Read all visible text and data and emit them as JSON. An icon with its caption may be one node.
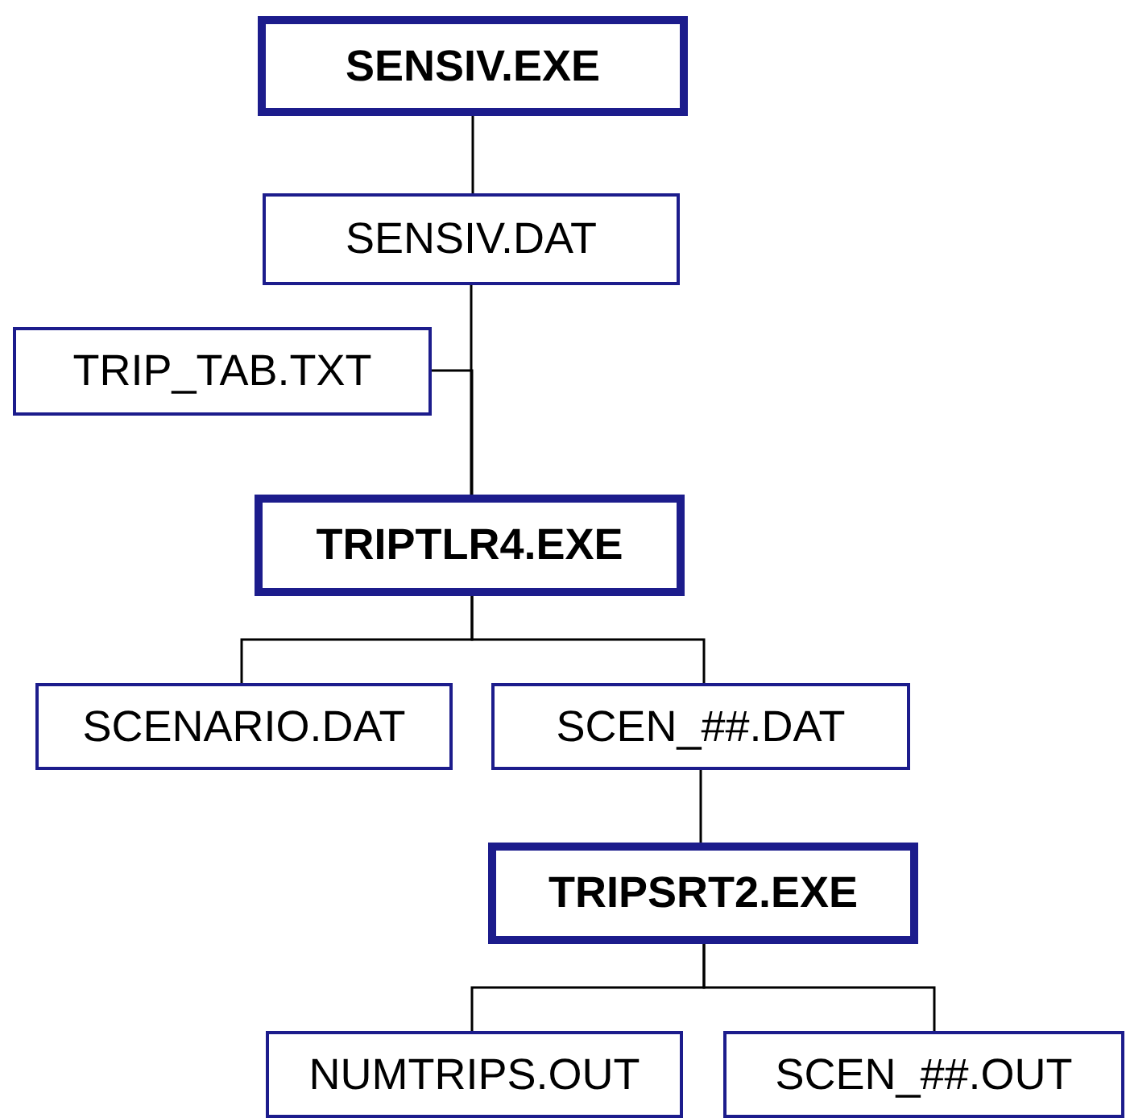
{
  "diagram": {
    "nodes": [
      {
        "text": [
          "SENSIV.EXE"
        ]
      },
      {
        "text": [
          "SENSIV.DAT"
        ]
      },
      {
        "text": [
          "TRIP_TAB.TXT"
        ]
      },
      {
        "text": [
          "TRIPTLR4.EXE"
        ]
      },
      {
        "text": [
          "SCENARIO.DAT"
        ]
      },
      {
        "text": [
          "SCEN_##.DAT"
        ]
      },
      {
        "text": [
          "TRIPSRT2.EXE"
        ]
      },
      {
        "text": [
          "NUMTRIPS.OUT"
        ]
      },
      {
        "text": [
          "SCEN_##.OUT"
        ]
      }
    ],
    "edges": [
      {
        "from": 0,
        "to": 1,
        "arrow": "none"
      },
      {
        "from": 1,
        "to": 3,
        "arrow": "none"
      },
      {
        "from": 2,
        "to": 3,
        "arrow": "none"
      },
      {
        "from": 3,
        "to": 4,
        "arrow": "none"
      },
      {
        "from": 3,
        "to": 5,
        "arrow": "none"
      },
      {
        "from": 5,
        "to": 6,
        "arrow": "none"
      },
      {
        "from": 6,
        "to": 7,
        "arrow": "none"
      },
      {
        "from": 6,
        "to": 8,
        "arrow": "none"
      }
    ]
  }
}
